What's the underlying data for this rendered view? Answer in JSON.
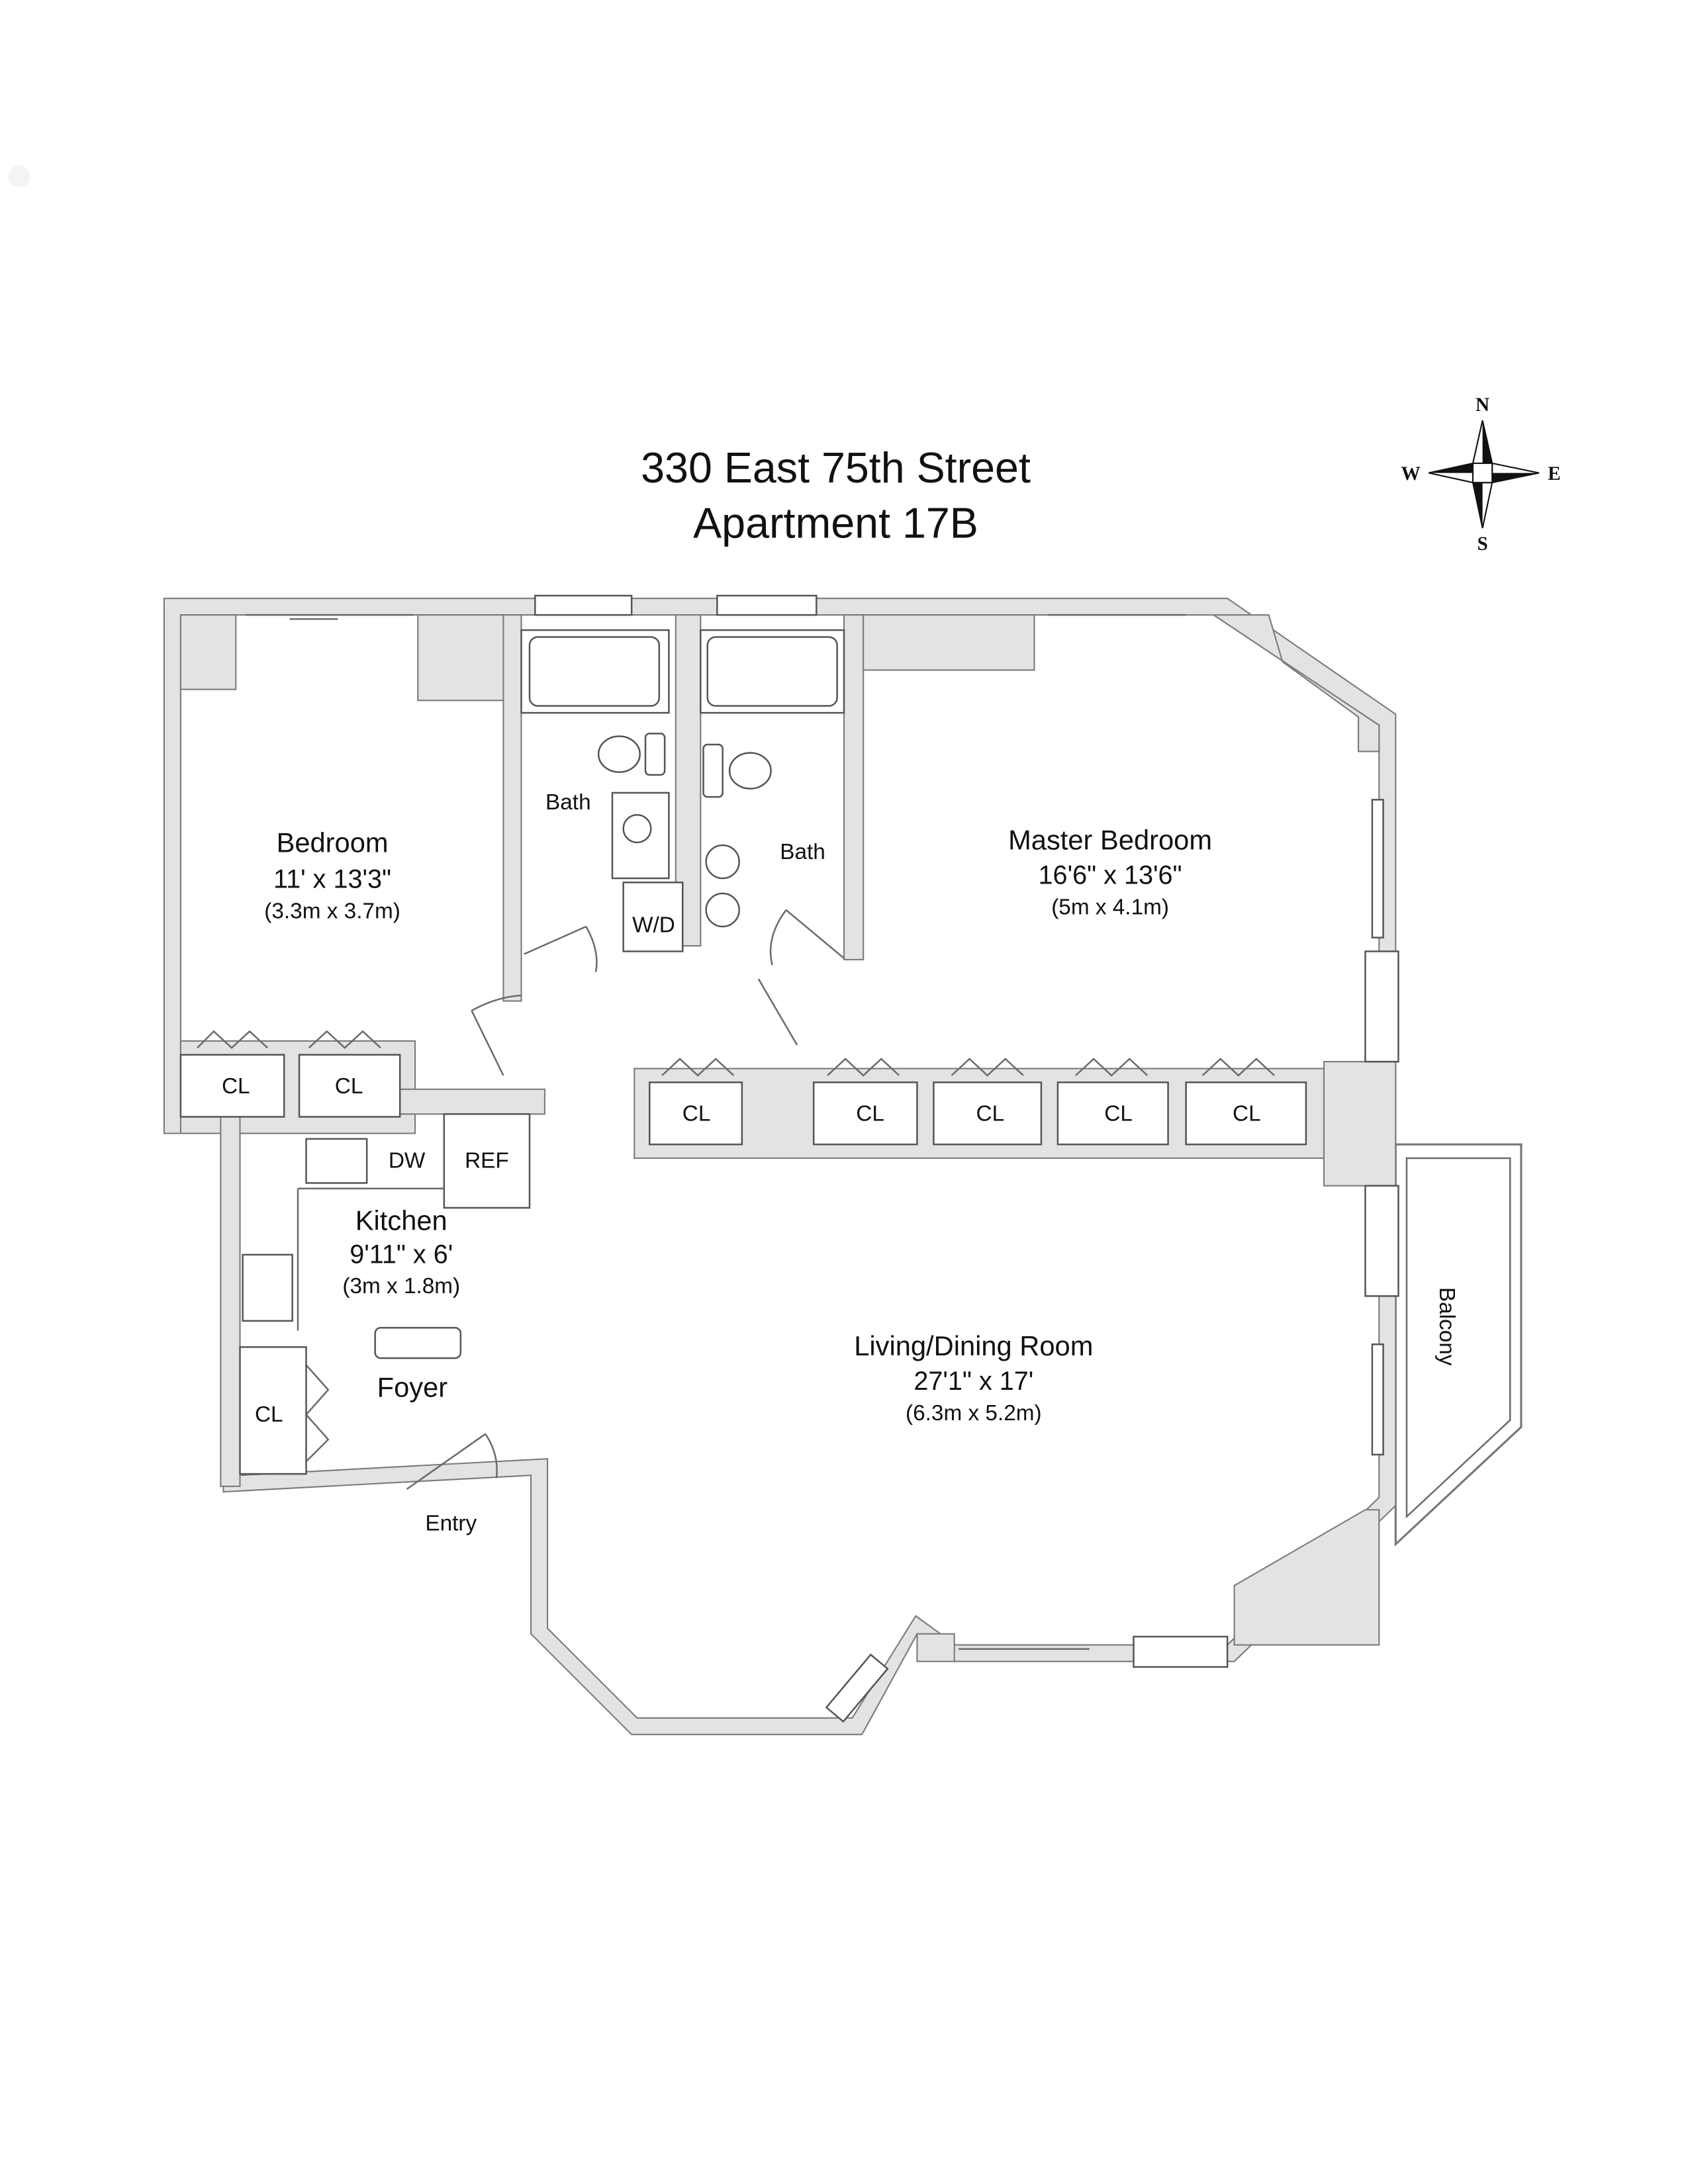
{
  "title": {
    "line1": "330 East 75th Street",
    "line2": "Apartment 17B"
  },
  "compass": {
    "n": "N",
    "s": "S",
    "e": "E",
    "w": "W"
  },
  "rooms": {
    "bedroom": {
      "name": "Bedroom",
      "dims": "11' x 13'3\"",
      "metric": "(3.3m x 3.7m)"
    },
    "master": {
      "name": "Master Bedroom",
      "dims": "16'6\" x 13'6\"",
      "metric": "(5m x 4.1m)"
    },
    "kitchen": {
      "name": "Kitchen",
      "dims": "9'11\" x 6'",
      "metric": "(3m x 1.8m)"
    },
    "living": {
      "name": "Living/Dining Room",
      "dims": "27'1\" x 17'",
      "metric": "(6.3m x 5.2m)"
    },
    "bath1": {
      "name": "Bath"
    },
    "bath2": {
      "name": "Bath"
    },
    "foyer": {
      "name": "Foyer"
    }
  },
  "labels": {
    "closet": "CL",
    "wd": "W/D",
    "dw": "DW",
    "ref": "REF",
    "entry": "Entry",
    "balcony": "Balcony"
  }
}
